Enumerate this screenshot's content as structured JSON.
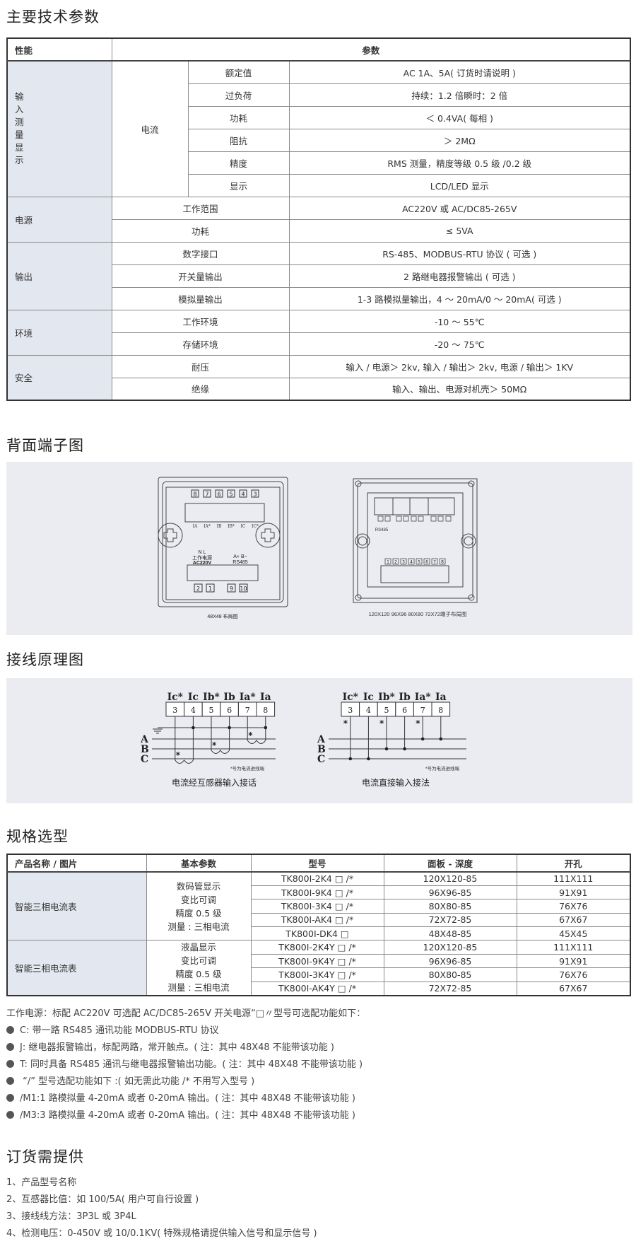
{
  "sections": {
    "tech": "主要技术参数",
    "terminals": "背面端子图",
    "wiring": "接线原理图",
    "selection": "规格选型",
    "order": "订货需提供"
  },
  "tech_table": {
    "headers": [
      "性能",
      "参数"
    ],
    "input_group": "输入测量显示",
    "current": "电流",
    "current_rows": [
      {
        "name": "额定值",
        "value": "AC 1A、5A( 订货时请说明 )"
      },
      {
        "name": "过负荷",
        "value": "持续：1.2 倍瞬时：2 倍"
      },
      {
        "name": "功耗",
        "value": "＜ 0.4VA( 每相 )"
      },
      {
        "name": "阻抗",
        "value": "＞ 2MΩ"
      },
      {
        "name": "精度",
        "value": "RMS 测量，精度等级 0.5 级 /0.2 级"
      },
      {
        "name": "显示",
        "value": "LCD/LED 显示"
      }
    ],
    "groups": [
      {
        "label": "电源",
        "rows": [
          {
            "name": "工作范围",
            "value": "AC220V 或 AC/DC85-265V"
          },
          {
            "name": "功耗",
            "value": "≤ 5VA"
          }
        ]
      },
      {
        "label": "输出",
        "rows": [
          {
            "name": "数字接口",
            "value": "RS-485、MODBUS-RTU 协议 ( 可选 )"
          },
          {
            "name": "开关量输出",
            "value": "2 路继电器报警输出 ( 可选 )"
          },
          {
            "name": "模拟量输出",
            "value": "1-3 路模拟量输出，4 ～ 20mA/0 ～ 20mA( 可选 )"
          }
        ]
      },
      {
        "label": "环境",
        "rows": [
          {
            "name": "工作环境",
            "value": "-10 ～ 55℃"
          },
          {
            "name": "存储环境",
            "value": "-20 ～ 75℃"
          }
        ]
      },
      {
        "label": "安全",
        "rows": [
          {
            "name": "耐压",
            "value": "输入 / 电源＞ 2kv, 输入 / 输出＞ 2kv, 电源 / 输出＞ 1KV"
          },
          {
            "name": "绝缘",
            "value": "输入、输出、电源对机壳＞ 50MΩ"
          }
        ]
      }
    ]
  },
  "terminal_diagram": {
    "small": {
      "top_terminals": [
        "8",
        "7",
        "6",
        "5",
        "4",
        "3"
      ],
      "current_labels": [
        "IA",
        "IA*",
        "IB",
        "IB*",
        "IC",
        "IC*"
      ],
      "power_nl": "N   L",
      "power_label": "工作电源",
      "power_voltage": "AC220V",
      "rs485_ab": "A+  B−",
      "rs485": "RS485",
      "bottom_terminals": [
        "2",
        "1",
        "9",
        "10"
      ],
      "caption": "48X48 布局图"
    },
    "large": {
      "rs485": "RS485",
      "caption": "120X120 96X96 80X80 72X72端子布局图",
      "bottom_terminals": [
        "1",
        "2",
        "3",
        "4",
        "5",
        "6",
        "7",
        "8"
      ]
    }
  },
  "wiring": {
    "terminal_labels": [
      "Ic*",
      "Ic",
      "Ib*",
      "Ib",
      "Ia*",
      "Ia"
    ],
    "terminal_numbers": [
      "3",
      "4",
      "5",
      "6",
      "7",
      "8"
    ],
    "phases": [
      "A",
      "B",
      "C"
    ],
    "note": "*号为电流进线端",
    "left_caption": "电流经互感器输入接话",
    "right_caption": "电流直接输入接法"
  },
  "spec_table": {
    "headers": [
      "产品名称 / 图片",
      "基本参数",
      "型号",
      "面板 - 深度",
      "开孔"
    ],
    "groups": [
      {
        "name": "智能三相电流表",
        "params": [
          "数码管显示",
          "变比可调",
          "精度 0.5 级",
          "测量 : 三相电流"
        ],
        "rows": [
          [
            "TK800I-2K4 □ /*",
            "120X120-85",
            "111X111"
          ],
          [
            "TK800I-9K4 □ /*",
            "96X96-85",
            "91X91"
          ],
          [
            "TK800I-3K4 □ /*",
            "80X80-85",
            "76X76"
          ],
          [
            "TK800I-AK4 □ /*",
            "72X72-85",
            "67X67"
          ],
          [
            "TK800I-DK4 □",
            "48X48-85",
            "45X45"
          ]
        ]
      },
      {
        "name": "智能三相电流表",
        "params": [
          "液晶显示",
          "变比可调",
          "精度 0.5 级",
          "测量 : 三相电流"
        ],
        "rows": [
          [
            "TK800I-2K4Y □ /*",
            "120X120-85",
            "111X111"
          ],
          [
            "TK800I-9K4Y □ /*",
            "96X96-85",
            "91X91"
          ],
          [
            "TK800I-3K4Y □ /*",
            "80X80-85",
            "76X76"
          ],
          [
            "TK800I-AK4Y □ /*",
            "72X72-85",
            "67X67"
          ]
        ]
      }
    ]
  },
  "notes": {
    "intro": "工作电源：标配 AC220V  可选配 AC/DC85-265V 开关电源“□〃型号可选配功能如下：",
    "bullets": [
      "C: 带一路 RS485 通讯功能 MODBUS-RTU 协议",
      "J: 继电器报警输出，标配两路，常开触点。( 注：其中 48X48 不能带该功能 )",
      "T: 同时具备 RS485 通讯与继电器报警输出功能。( 注：其中 48X48 不能带该功能 )",
      " “/” 型号选配功能如下 :( 如无需此功能 /* 不用写入型号 )",
      "/M1:1 路模拟量 4-20mA 或者 0-20mA 输出。( 注：其中 48X48 不能带该功能 )",
      "/M3:3 路模拟量 4-20mA 或者 0-20mA 输出。( 注：其中 48X48 不能带该功能 )"
    ]
  },
  "order_items": [
    "1、产品型号名称",
    "2、互感器比值：如 100/5A( 用户可自行设置 )",
    "3、接线线方法：3P3L 或 3P4L",
    "4、检测电压：0-450V 或 10/0.1KV( 特殊规格请提供输入信号和显示信号 )"
  ],
  "colors": {
    "shade": "#e3e7ef",
    "panel": "#eaecf1"
  }
}
